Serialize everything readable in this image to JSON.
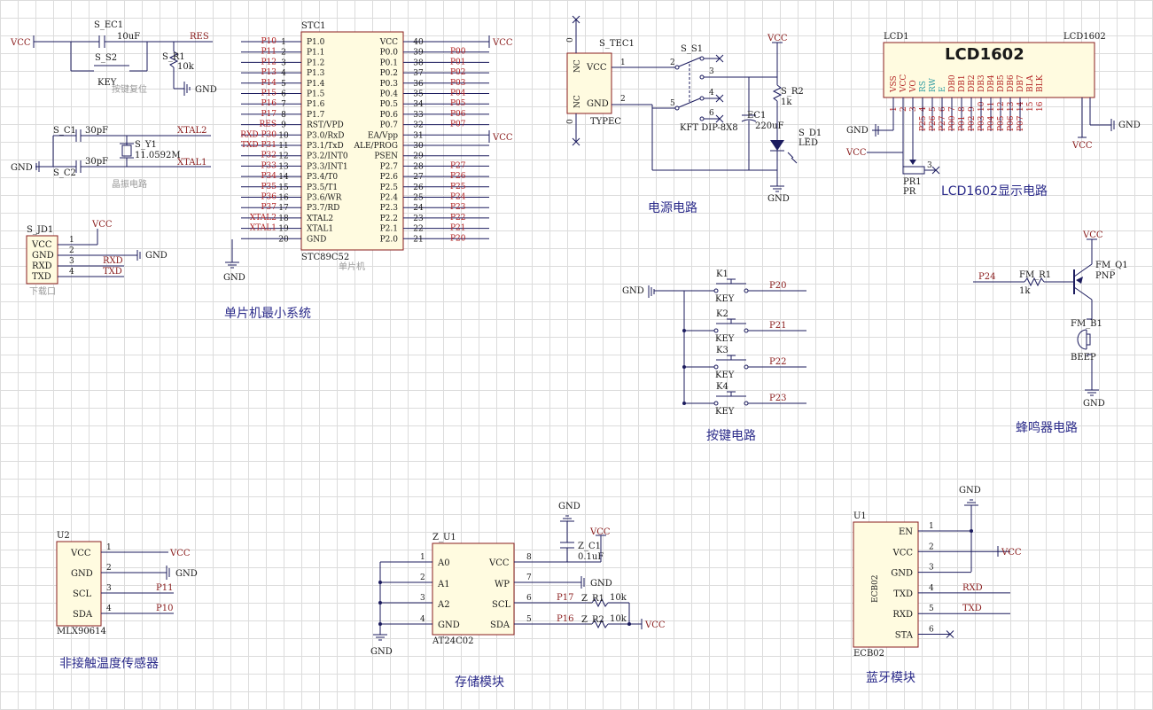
{
  "titles": {
    "mcu": "单片机最小系统",
    "power": "电源电路",
    "lcd": "LCD1602显示电路",
    "keys": "按键电路",
    "beep": "蜂鸣器电路",
    "temp": "非接触温度传感器",
    "storage": "存储模块",
    "bt": "蓝牙模块"
  },
  "notes": {
    "reset": "按键复位",
    "crystal": "晶振电路",
    "download": "下载口",
    "mcu": "单片机"
  },
  "nets": {
    "vcc": "VCC",
    "gnd": "GND",
    "res": "RES",
    "xtal1": "XTAL1",
    "xtal2": "XTAL2",
    "rxd": "RXD",
    "txd": "TXD",
    "p24": "P24",
    "p20": "P20",
    "p21": "P21",
    "p22": "P22",
    "p23": "P23",
    "p11": "P11",
    "p10": "P10",
    "p17": "P17",
    "p16": "P16"
  },
  "reset": {
    "cap_ref": "S_EC1",
    "cap_val": "10uF",
    "key_ref": "S_S2",
    "key_val": "KEY",
    "res_ref": "S_R1",
    "res_val": "10k"
  },
  "crystal": {
    "c1_ref": "S_C1",
    "c1_val": "30pF",
    "c2_ref": "S_C2",
    "c2_val": "30pF",
    "y_ref": "S_Y1",
    "y_val": "11.0592M"
  },
  "jd1": {
    "ref": "S_JD1",
    "pins": [
      "VCC",
      "GND",
      "RXD",
      "TXD"
    ],
    "nums": [
      "1",
      "2",
      "3",
      "4"
    ]
  },
  "mcu": {
    "ref": "STC1",
    "part": "STC89C52",
    "left": [
      {
        "n": "1",
        "name": "P1.0",
        "net": "P10"
      },
      {
        "n": "2",
        "name": "P1.1",
        "net": "P11"
      },
      {
        "n": "3",
        "name": "P1.2",
        "net": "P12"
      },
      {
        "n": "4",
        "name": "P1.3",
        "net": "P13"
      },
      {
        "n": "5",
        "name": "P1.4",
        "net": "P14"
      },
      {
        "n": "6",
        "name": "P1.5",
        "net": "P15"
      },
      {
        "n": "7",
        "name": "P1.6",
        "net": "P16"
      },
      {
        "n": "8",
        "name": "P1.7",
        "net": "P17"
      },
      {
        "n": "9",
        "name": "RST/VPD",
        "net": "RES"
      },
      {
        "n": "10",
        "name": "P3.0/RxD",
        "net": "RXD P30"
      },
      {
        "n": "11",
        "name": "P3.1/TxD",
        "net": "TXD P31"
      },
      {
        "n": "12",
        "name": "P3.2/INT0",
        "net": "P32"
      },
      {
        "n": "13",
        "name": "P3.3/INT1",
        "net": "P33"
      },
      {
        "n": "14",
        "name": "P3.4/T0",
        "net": "P34"
      },
      {
        "n": "15",
        "name": "P3.5/T1",
        "net": "P35"
      },
      {
        "n": "16",
        "name": "P3.6/WR",
        "net": "P36"
      },
      {
        "n": "17",
        "name": "P3.7/RD",
        "net": "P37"
      },
      {
        "n": "18",
        "name": "XTAL2",
        "net": "XTAL2"
      },
      {
        "n": "19",
        "name": "XTAL1",
        "net": "XTAL1"
      },
      {
        "n": "20",
        "name": "GND",
        "net": ""
      }
    ],
    "right": [
      {
        "n": "40",
        "name": "VCC",
        "net": ""
      },
      {
        "n": "39",
        "name": "P0.0",
        "net": "P00"
      },
      {
        "n": "38",
        "name": "P0.1",
        "net": "P01"
      },
      {
        "n": "37",
        "name": "P0.2",
        "net": "P02"
      },
      {
        "n": "36",
        "name": "P0.3",
        "net": "P03"
      },
      {
        "n": "35",
        "name": "P0.4",
        "net": "P04"
      },
      {
        "n": "34",
        "name": "P0.5",
        "net": "P05"
      },
      {
        "n": "33",
        "name": "P0.6",
        "net": "P06"
      },
      {
        "n": "32",
        "name": "P0.7",
        "net": "P07"
      },
      {
        "n": "31",
        "name": "EA/Vpp",
        "net": ""
      },
      {
        "n": "30",
        "name": "ALE/PROG",
        "net": ""
      },
      {
        "n": "29",
        "name": "PSEN",
        "net": ""
      },
      {
        "n": "28",
        "name": "P2.7",
        "net": "P27"
      },
      {
        "n": "27",
        "name": "P2.6",
        "net": "P26"
      },
      {
        "n": "26",
        "name": "P2.5",
        "net": "P25"
      },
      {
        "n": "25",
        "name": "P2.4",
        "net": "P24"
      },
      {
        "n": "24",
        "name": "P2.3",
        "net": "P23"
      },
      {
        "n": "23",
        "name": "P2.2",
        "net": "P22"
      },
      {
        "n": "22",
        "name": "P2.1",
        "net": "P21"
      },
      {
        "n": "21",
        "name": "P2.0",
        "net": "P20"
      }
    ]
  },
  "power": {
    "tec_ref": "S_TEC1",
    "tec_part": "TYPEC",
    "tec_pins": [
      "VCC",
      "GND"
    ],
    "tec_nc": [
      "NC",
      "NC"
    ],
    "tec_nums": [
      "1",
      "2"
    ],
    "tec_side": [
      "0",
      "0"
    ],
    "sw_ref": "S_S1",
    "sw_part": "KFT DIP-8X8",
    "sw_nums": [
      "2",
      "3",
      "4",
      "5",
      "6"
    ],
    "r2_ref": "S_R2",
    "r2_val": "1k",
    "ec_ref": "EC1",
    "ec_val": "220uF",
    "led_ref": "S_D1",
    "led_val": "LED"
  },
  "lcd": {
    "ref": "LCD1",
    "part": "LCD1602",
    "title": "LCD1602",
    "pins": [
      "VSS",
      "VCC",
      "VO",
      "RS",
      "RW",
      "E",
      "DB0",
      "DB1",
      "DB2",
      "DB3",
      "DB4",
      "DB5",
      "DB6",
      "DB7",
      "BLA",
      "BLK"
    ],
    "nums": [
      "1",
      "2",
      "3",
      "4",
      "5",
      "6",
      "7",
      "8",
      "9",
      "10",
      "11",
      "12",
      "13",
      "14",
      "15",
      "16"
    ],
    "nets": [
      "",
      "",
      "",
      "P25",
      "P26",
      "P27",
      "P00",
      "P01",
      "P02",
      "P03",
      "P04",
      "P05",
      "P06",
      "P07",
      "",
      ""
    ],
    "pot_ref": "PR1",
    "pot_val": "PR",
    "pot_pin": "3"
  },
  "keys": [
    {
      "ref": "K1",
      "val": "KEY",
      "net": "P20"
    },
    {
      "ref": "K2",
      "val": "KEY",
      "net": "P21"
    },
    {
      "ref": "K3",
      "val": "KEY",
      "net": "P22"
    },
    {
      "ref": "K4",
      "val": "KEY",
      "net": "P23"
    }
  ],
  "beep": {
    "r_ref": "FM_R1",
    "r_val": "1k",
    "q_ref": "FM_Q1",
    "q_val": "PNP",
    "b_ref": "FM_B1",
    "b_val": "BEEP"
  },
  "u2": {
    "ref": "U2",
    "part": "MLX90614",
    "pins": [
      "VCC",
      "GND",
      "SCL",
      "SDA"
    ],
    "nums": [
      "1",
      "2",
      "3",
      "4"
    ]
  },
  "eeprom": {
    "ref": "Z_U1",
    "part": "AT24C02",
    "left": [
      "A0",
      "A1",
      "A2",
      "GND"
    ],
    "lnums": [
      "1",
      "2",
      "3",
      "4"
    ],
    "right": [
      "VCC",
      "WP",
      "SCL",
      "SDA"
    ],
    "rnums": [
      "8",
      "7",
      "6",
      "5"
    ],
    "c_ref": "Z_C1",
    "c_val": "0.1uF",
    "r1_ref": "Z_R1",
    "r1_val": "10k",
    "r2_ref": "Z_R2",
    "r2_val": "10k"
  },
  "bt": {
    "ref": "U1",
    "part": "ECB02",
    "pins": [
      "EN",
      "VCC",
      "GND",
      "TXD",
      "RXD",
      "STA"
    ],
    "nums": [
      "1",
      "2",
      "3",
      "4",
      "5",
      "6"
    ]
  }
}
